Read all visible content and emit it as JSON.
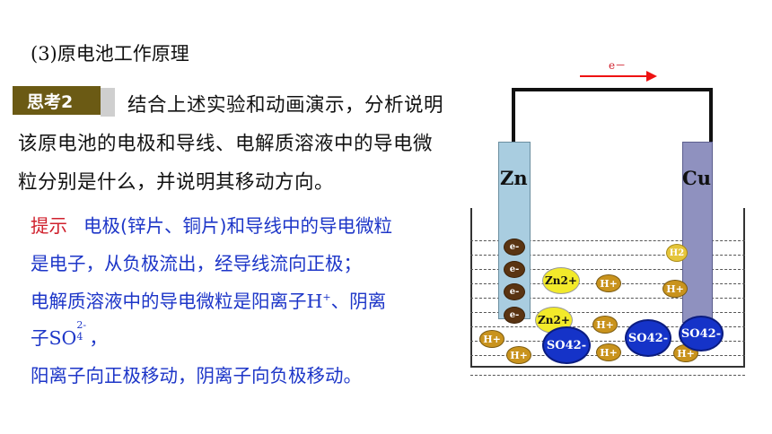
{
  "section_title": {
    "num": "(3)",
    "text": "原电池工作原理"
  },
  "think": {
    "badge": "思考2"
  },
  "question_lines": [
    "结合上述实验和动画演示，分析说明",
    "该原电池的电极和导线、电解质溶液中的导电微",
    "粒分别是什么，并说明其移动方向。"
  ],
  "answer": {
    "hint": "提示",
    "line1": "电极(锌片、铜片)和导线中的导电微粒",
    "line2": "是电子，从负极流出，经导线流向正极；",
    "line3_pre": "电解质溶液中的导电微粒是阳离子",
    "line3_ion": "H",
    "line3_ion_sup": "+",
    "line3_post": "、阴离",
    "line4_pre": "子",
    "line4_ion": "SO",
    "line4_sub": "4",
    "line4_sup": "2-",
    "line4_post": "，",
    "line5": "阳离子向正极移动，阴离子向负极移动。"
  },
  "diagram": {
    "electron_label": "e－",
    "zn_label": "Zn",
    "cu_label": "Cu",
    "electron": "e-",
    "h_ion": "H+",
    "zn_ion": "Zn2+",
    "so4_ion": "SO42-",
    "h2": "H2",
    "colors": {
      "zn_electrode": "#a9cde0",
      "cu_electrode": "#8f91bf",
      "so4": "#1533c8",
      "zn_ion": "#f2ea2a",
      "h_ion": "#c9931d",
      "electron": "#5a3412"
    }
  }
}
